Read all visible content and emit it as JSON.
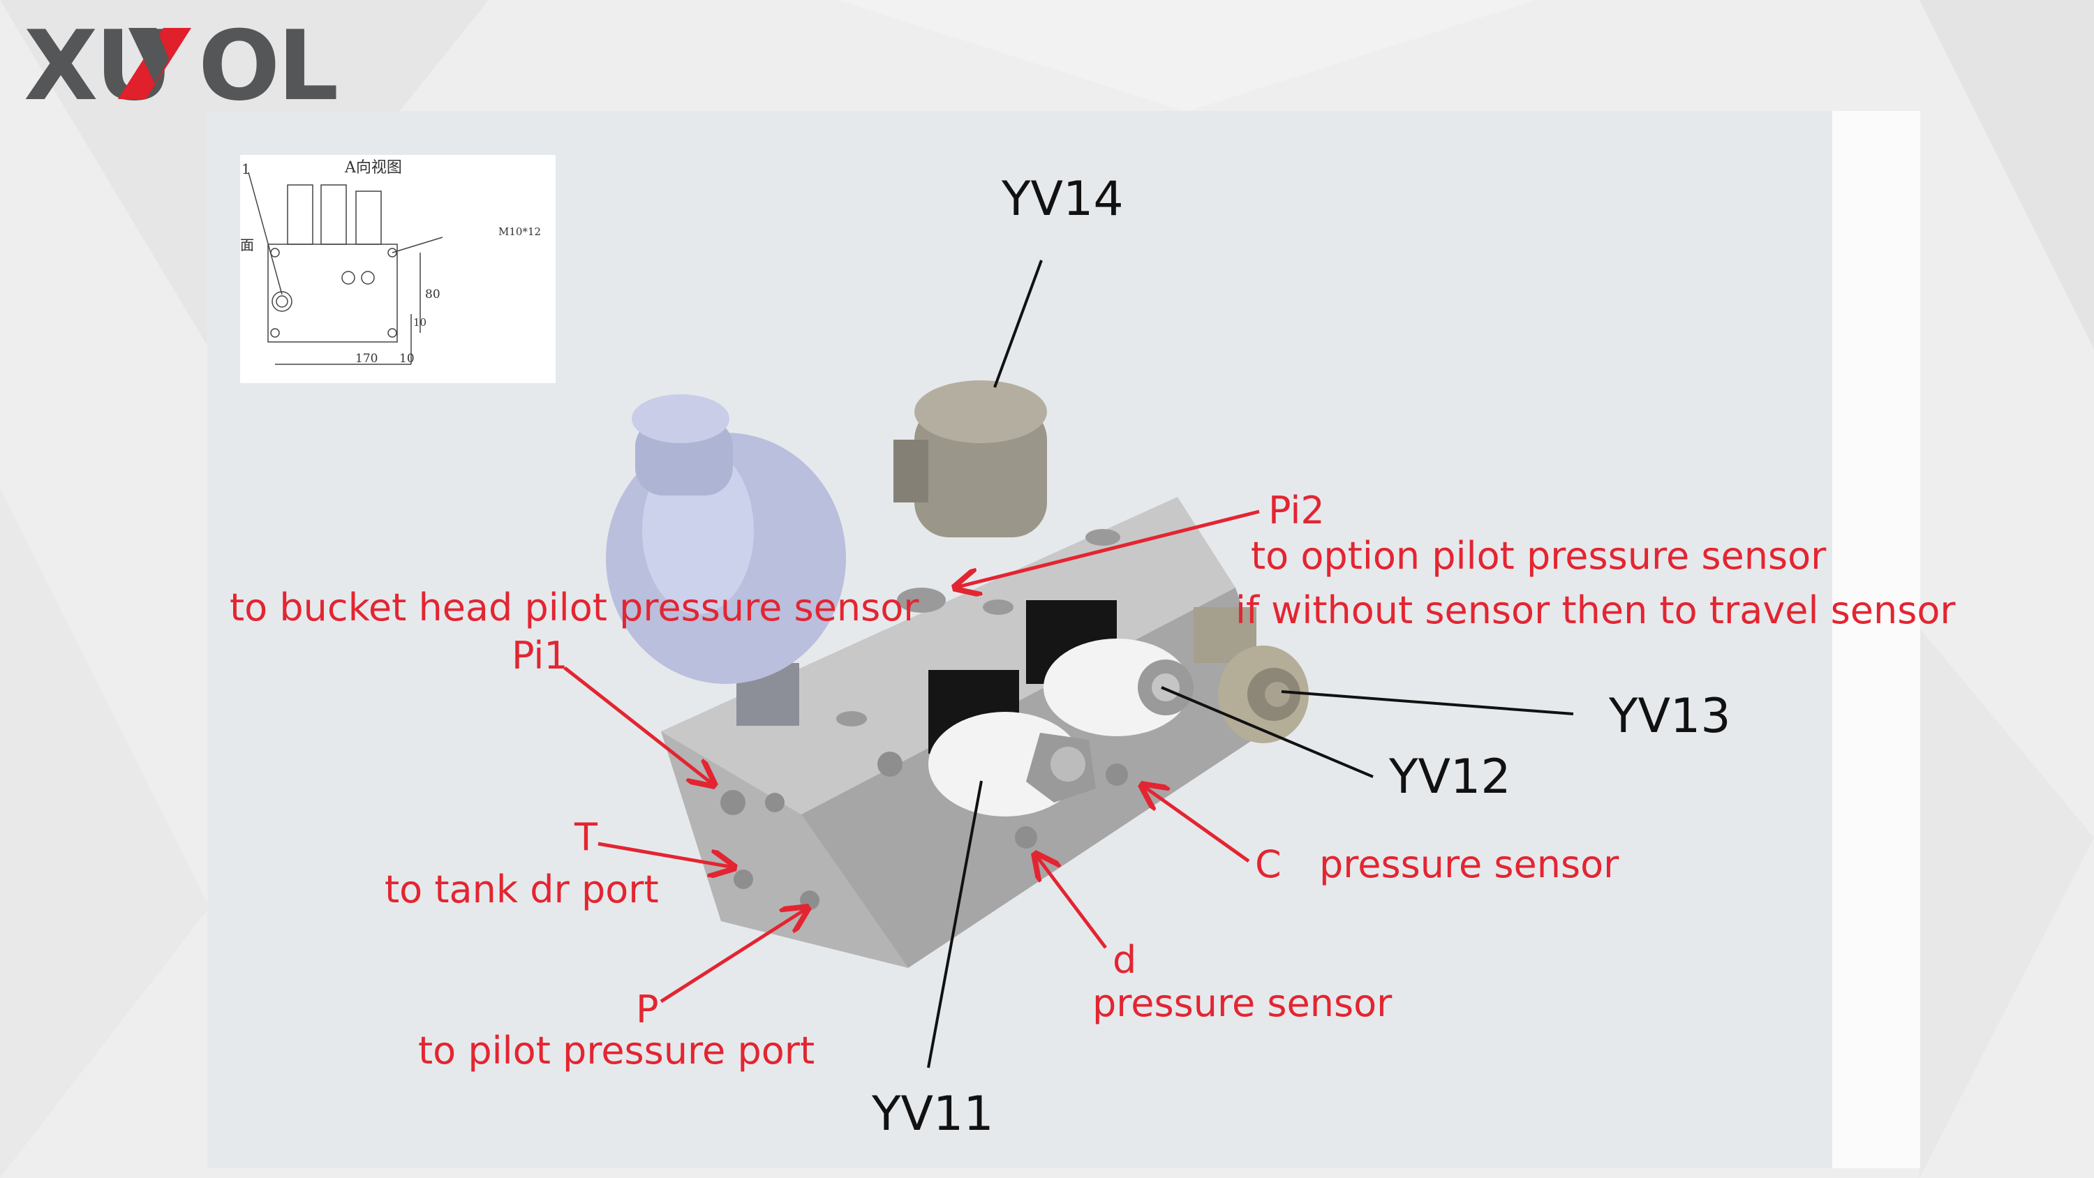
{
  "brand": {
    "logo_text": "XUVOL",
    "accent": "#e0202a",
    "logo_gray": "#545657"
  },
  "inset_drawing": {
    "title": "A向视图",
    "callout": "1",
    "side_label": "面",
    "thread": "M10*12",
    "dim_width": "170",
    "dim_offset": "10",
    "dim_height": "80",
    "dim_small": "10"
  },
  "labels": {
    "yv14": "YV14",
    "yv13": "YV13",
    "yv12": "YV12",
    "yv11": "YV11",
    "pi2": "Pi2",
    "pi2_desc1": "to option pilot pressure sensor",
    "pi2_desc2": "if without sensor then to travel sensor",
    "pi1_desc": "to bucket head pilot pressure sensor",
    "pi1": "Pi1",
    "t": "T",
    "t_desc": "to tank dr port",
    "p": "P",
    "p_desc": "to pilot pressure port",
    "c": "C",
    "c_desc": "pressure sensor",
    "d": "d",
    "d_desc": "pressure sensor"
  },
  "colors": {
    "annotation_red": "#e32531",
    "panel": "#e6e9ec"
  }
}
